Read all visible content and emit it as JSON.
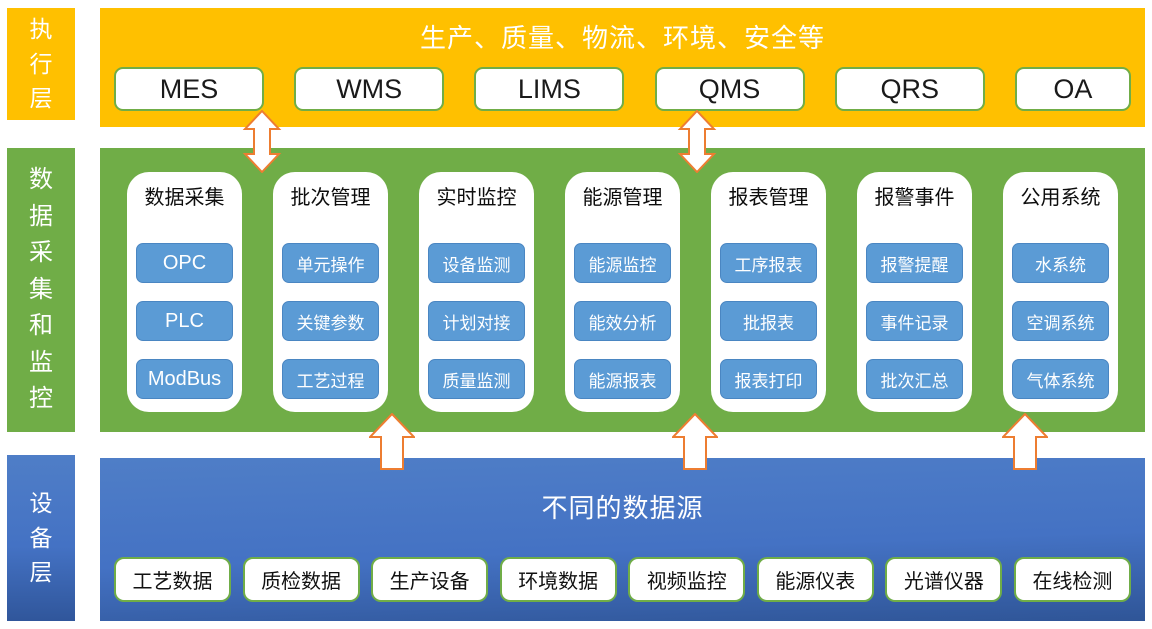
{
  "layers": {
    "execution": {
      "sidebar_label": "执行层",
      "title": "生产、质量、物流、环境、安全等",
      "systems": [
        "MES",
        "WMS",
        "LIMS",
        "QMS",
        "QRS",
        "OA"
      ]
    },
    "monitoring": {
      "sidebar_label": "数据采集和监控",
      "groups": [
        {
          "title": "数据采集",
          "items": [
            "OPC",
            "PLC",
            "ModBus"
          ]
        },
        {
          "title": "批次管理",
          "items": [
            "单元操作",
            "关键参数",
            "工艺过程"
          ]
        },
        {
          "title": "实时监控",
          "items": [
            "设备监测",
            "计划对接",
            "质量监测"
          ]
        },
        {
          "title": "能源管理",
          "items": [
            "能源监控",
            "能效分析",
            "能源报表"
          ]
        },
        {
          "title": "报表管理",
          "items": [
            "工序报表",
            "批报表",
            "报表打印"
          ]
        },
        {
          "title": "报警事件",
          "items": [
            "报警提醒",
            "事件记录",
            "批次汇总"
          ]
        },
        {
          "title": "公用系统",
          "items": [
            "水系统",
            "空调系统",
            "气体系统"
          ]
        }
      ]
    },
    "device": {
      "sidebar_label": "设备层",
      "title": "不同的数据源",
      "sources": [
        "工艺数据",
        "质检数据",
        "生产设备",
        "环境数据",
        "视频监控",
        "能源仪表",
        "光谱仪器",
        "在线检测"
      ]
    }
  },
  "colors": {
    "execution_layer": "#FFC000",
    "monitoring_layer": "#70AD47",
    "device_layer_top": "#4F7EC7",
    "device_layer_bottom": "#2F5597",
    "item_chip": "#5B9BD5",
    "green_box_border": "#70AD47",
    "arrow_outline": "#ED7D31",
    "arrow_fill": "#FFFFFF"
  }
}
